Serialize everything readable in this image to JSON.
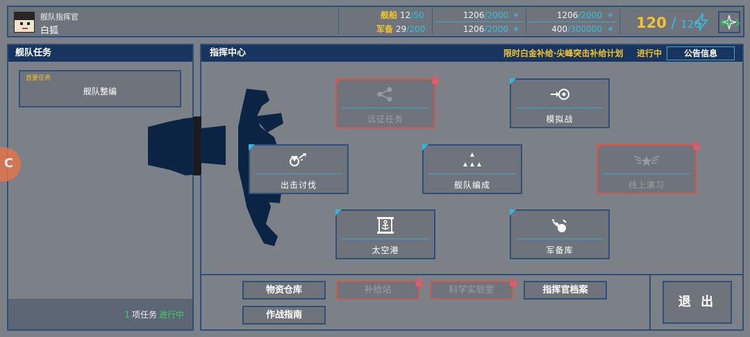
{
  "commander": {
    "rank": "舰队指挥官",
    "name": "白狐"
  },
  "resources": {
    "ships": {
      "label": "舰船",
      "current": "12",
      "max": "50"
    },
    "equipment": {
      "label": "军备",
      "current": "29",
      "max": "200"
    }
  },
  "supplies": [
    {
      "current": "1206",
      "max": "2000"
    },
    {
      "current": "1206",
      "max": "2000"
    },
    {
      "current": "1206",
      "max": "2000"
    },
    {
      "current": "400",
      "max": "300000"
    }
  ],
  "energy": {
    "current": "120",
    "max": "120"
  },
  "fps": "60.5",
  "colors": {
    "panel_border": "#2f4e78",
    "header_bg": "#17355e",
    "accent_yellow": "#f2c230",
    "accent_cyan": "#33c0e0",
    "locked_red": "#d0584e",
    "status_green": "#3ad463"
  },
  "fleet_tasks": {
    "title": "舰队任务",
    "primary_tag": "首要任务",
    "primary_title": "舰队整编",
    "count": "1",
    "count_text": "项任务",
    "status": "进行中"
  },
  "side_knob": {
    "text": "C"
  },
  "command_center": {
    "title": "指挥中心",
    "event": "限时白金补给·尖峰突击补给计划",
    "event_status": "进行中",
    "notice_button": "公告信息",
    "tiles": [
      {
        "id": "expedition",
        "label": "远征任务",
        "icon": "nodes-icon",
        "locked": true
      },
      {
        "id": "simulation",
        "label": "模拟战",
        "icon": "target-arrow-icon",
        "locked": false
      },
      {
        "id": "sortie",
        "label": "出击讨伐",
        "icon": "sortie-icon",
        "locked": false
      },
      {
        "id": "formation",
        "label": "舰队编成",
        "icon": "triangle-dots-icon",
        "locked": false
      },
      {
        "id": "exercise",
        "label": "线上演习",
        "icon": "winged-star-icon",
        "locked": true
      },
      {
        "id": "spaceport",
        "label": "太空港",
        "icon": "anchor-icon",
        "locked": false
      },
      {
        "id": "armory",
        "label": "军备库",
        "icon": "missiles-icon",
        "locked": false
      }
    ],
    "buttons": {
      "warehouse": "物资仓库",
      "supply_station": "补给站",
      "lab": "科学实验室",
      "profile": "指挥官档案",
      "guide": "作战指南",
      "exit": "退 出"
    }
  }
}
